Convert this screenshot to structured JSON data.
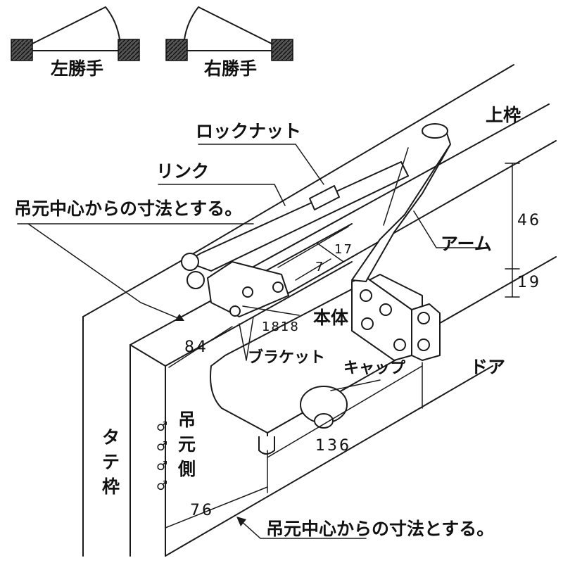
{
  "labels": {
    "left_hand": "左勝手",
    "right_hand": "右勝手",
    "lock_nut": "ロックナット",
    "link": "リンク",
    "measure_from_center_top": "吊元中心からの寸法とする。",
    "top_frame": "上枠",
    "arm": "アーム",
    "body": "本体",
    "bracket": "ブラケット",
    "cap": "キャップ",
    "door": "ドア",
    "vertical_frame": "タテ枠",
    "hinge_side": "吊元側",
    "measure_from_center_bottom": "吊元中心からの寸法とする。"
  },
  "dimensions": {
    "d46": "46",
    "d19": "19",
    "d17": "17",
    "d7": "7",
    "d1818": "1818",
    "d84": "84",
    "d136": "136",
    "d76": "76"
  },
  "colors": {
    "ink": "#1a1a1a",
    "background": "#ffffff"
  }
}
